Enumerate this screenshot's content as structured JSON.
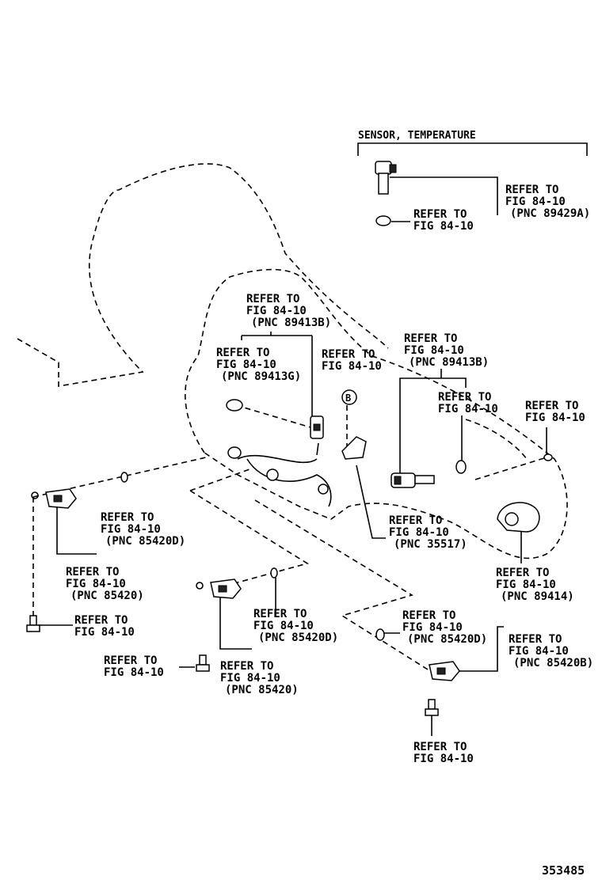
{
  "section_title": "SENSOR, TEMPERATURE",
  "figure_number": "353485",
  "circle_label": "B",
  "labels": [
    [
      "REFER TO",
      "FIG 84-10",
      "(PNC 89429A)"
    ],
    [
      "REFER TO",
      "FIG 84-10"
    ],
    [
      "REFER TO",
      "FIG 84-10",
      "(PNC 89413B)"
    ],
    [
      "REFER TO",
      "FIG 84-10",
      "(PNC 89413G)"
    ],
    [
      "REFER TO",
      "FIG 84-10"
    ],
    [
      "REFER TO",
      "FIG 84-10",
      "(PNC 89413B)"
    ],
    [
      "REFER TO",
      "FIG 84-10"
    ],
    [
      "REFER TO",
      "FIG 84-10"
    ],
    [
      "REFER TO",
      "FIG 84-10",
      "(PNC 85420D)"
    ],
    [
      "REFER TO",
      "FIG 84-10",
      "(PNC 35517)"
    ],
    [
      "REFER TO",
      "FIG 84-10",
      "(PNC 85420)"
    ],
    [
      "REFER TO",
      "FIG 84-10",
      "(PNC 89414)"
    ],
    [
      "REFER TO",
      "FIG 84-10"
    ],
    [
      "REFER TO",
      "FIG 84-10",
      "(PNC 85420D)"
    ],
    [
      "REFER TO",
      "FIG 84-10",
      "(PNC 85420D)"
    ],
    [
      "REFER TO",
      "FIG 84-10",
      "(PNC 85420B)"
    ],
    [
      "REFER TO",
      "FIG 84-10"
    ],
    [
      "REFER TO",
      "FIG 84-10",
      "(PNC 85420)"
    ],
    [
      "REFER TO",
      "FIG 84-10"
    ]
  ]
}
